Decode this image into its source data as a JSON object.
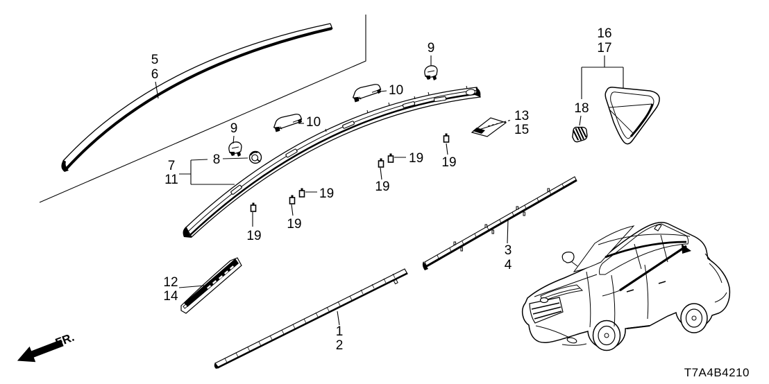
{
  "diagram": {
    "code": "T7A4B4210",
    "direction_label": "FR.",
    "colors": {
      "line": "#000000",
      "background": "#ffffff"
    }
  },
  "callouts": {
    "front_belt_molding": {
      "primary": "1",
      "secondary": "2"
    },
    "rear_belt_molding": {
      "primary": "3",
      "secondary": "4"
    },
    "roof_molding": {
      "primary": "5",
      "secondary": "6"
    },
    "roof_rail": {
      "primary": "7",
      "secondary": "11"
    },
    "rail_grommet": "8",
    "cap_clip_a": "9",
    "cap_clip_b": "9",
    "long_clip_a": "10",
    "long_clip_b": "10",
    "rear_rail_garnish": {
      "primary": "12",
      "secondary": "14"
    },
    "rail_bracket": {
      "primary": "13",
      "secondary": "15"
    },
    "quarter_garnish": {
      "primary": "16",
      "secondary": "17"
    },
    "quarter_clip": "18",
    "stud_clips": {
      "a": "19",
      "b": "19",
      "c": "19",
      "d": "19",
      "e": "19",
      "f": "19"
    }
  }
}
